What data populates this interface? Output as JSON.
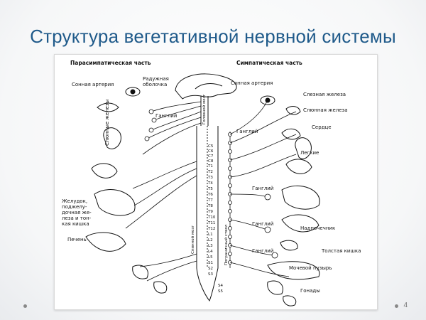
{
  "slide": {
    "title": "Структура вегетативной нервной системы",
    "page_number": "4"
  },
  "diagram": {
    "left_header": "Парасимпатическая часть",
    "right_header": "Симпатическая часть",
    "left_labels": {
      "carotid": "Сонная артерия",
      "iris_line1": "Радужная",
      "iris_line2": "оболочка",
      "ganglion": "Ганглий",
      "salivary": "Слюнные железы",
      "stomach_line1": "Желудок,",
      "stomach_line2": "поджелу-",
      "stomach_line3": "дочная же-",
      "stomach_line4": "леза и тон-",
      "stomach_line5": "кая кишка",
      "liver": "Печень",
      "brainstem": "Головной мозг",
      "spinal_cord": "Спинной мозг"
    },
    "right_labels": {
      "carotid": "Сонная артерия",
      "lacrimal": "Слезная железа",
      "salivary": "Слюнная железа",
      "heart": "Сердце",
      "ganglion1": "Ганглий",
      "lungs": "Легкие",
      "ganglion2": "Ганглий",
      "ganglion3": "Ганглий",
      "adrenal": "Надпочечник",
      "ganglion4": "Ганглий",
      "colon": "Толстая кишка",
      "bladder": "Мочевой пузырь",
      "gonads": "Гонады",
      "sympathetic_trunk": "Пограничный ствол"
    },
    "segments": [
      "C5",
      "C6",
      "C7",
      "C8",
      "T1",
      "T2",
      "T3",
      "T4",
      "T5",
      "T6",
      "T7",
      "T8",
      "T9",
      "T10",
      "T11",
      "T12",
      "L1",
      "L2",
      "L3",
      "L4",
      "L5",
      "S1",
      "S2",
      "S3",
      "S4",
      "S5"
    ]
  }
}
